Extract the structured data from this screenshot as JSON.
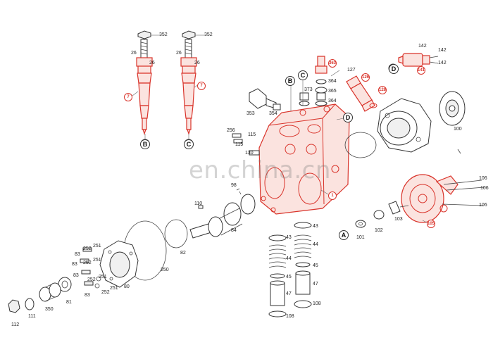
{
  "watermark": "en.china.cn",
  "colors": {
    "line": "#333333",
    "red": "#d9342b",
    "redFill": "#f7d2cc",
    "gray": "#f0f0f0"
  },
  "view_labels": [
    "B",
    "C",
    "D",
    "A"
  ],
  "part_numbers": {
    "n352": "352",
    "n26": "26",
    "n7": "7",
    "n353": "353",
    "n354": "354",
    "n373": "373",
    "n364": "364",
    "n365": "365",
    "n363": "363",
    "n127": "127",
    "n126": "126",
    "n128": "128",
    "n142": "142",
    "n141": "141",
    "n100": "100",
    "n256": "256",
    "n115": "115",
    "n130": "130",
    "n1": "1",
    "n98": "98",
    "n110": "110",
    "n84": "84",
    "n82": "82",
    "n250": "250",
    "n43": "43",
    "n44": "44",
    "n45": "45",
    "n47": "47",
    "n108": "108",
    "n101": "101",
    "n102": "102",
    "n103": "103",
    "n105": "105",
    "n106": "106",
    "n83": "83",
    "n252": "252",
    "n251": "251",
    "n80": "80",
    "n81": "81",
    "n350": "350",
    "n111": "111",
    "n112": "112"
  }
}
